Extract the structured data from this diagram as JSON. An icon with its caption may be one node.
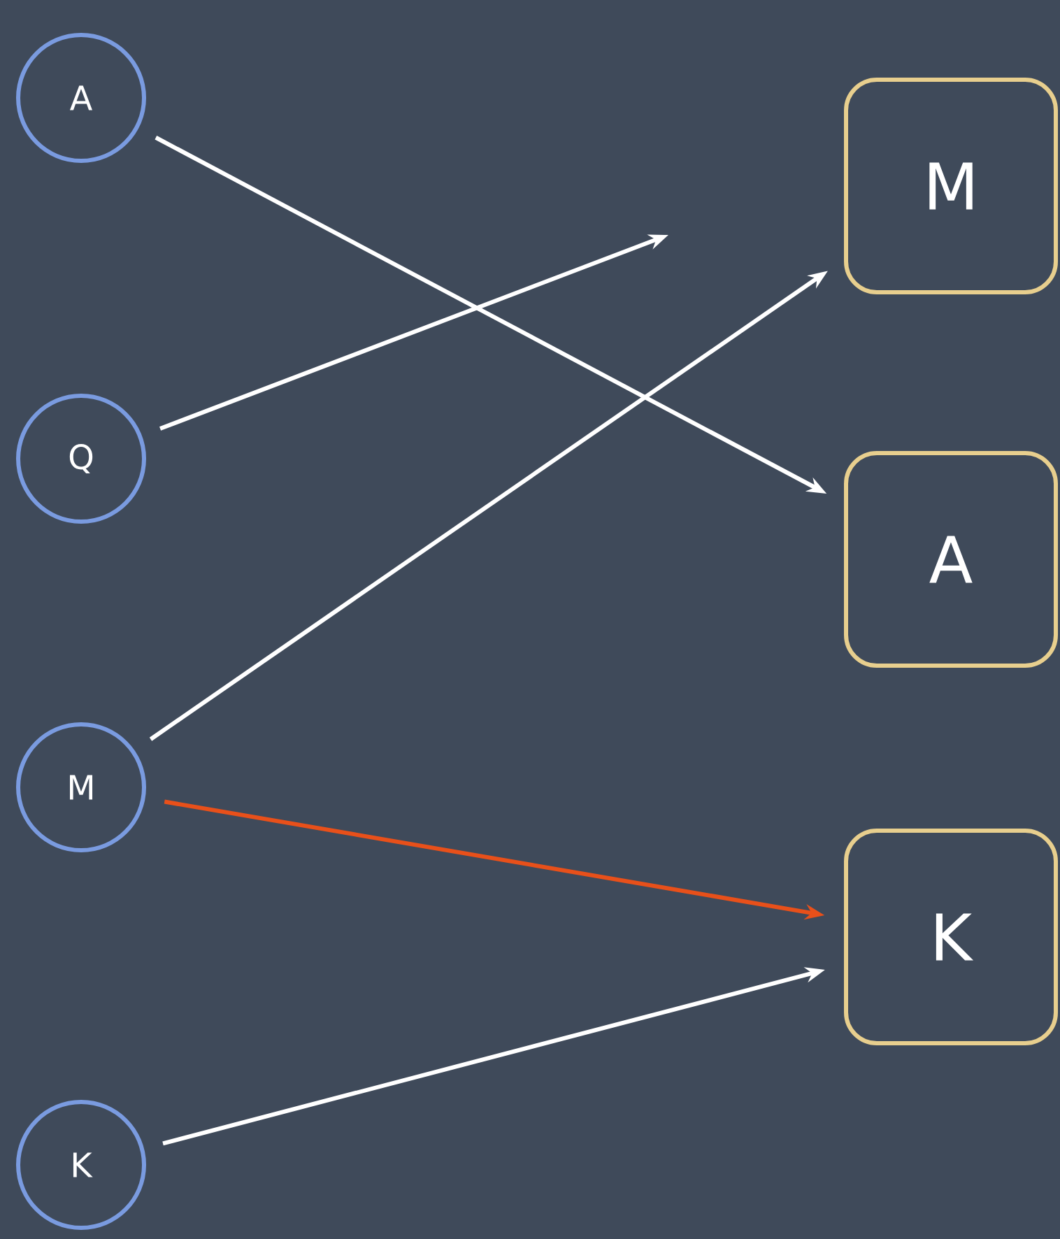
{
  "diagram": {
    "nodes": [
      {
        "text": [
          "A"
        ]
      },
      {
        "text": [
          "Q"
        ]
      },
      {
        "text": [
          "M"
        ]
      },
      {
        "text": [
          "K"
        ]
      },
      {
        "text": [
          "M"
        ]
      },
      {
        "text": [
          "A"
        ]
      },
      {
        "text": [
          "K"
        ]
      }
    ],
    "edges": [
      {
        "from": 0,
        "to": 5,
        "arrow": "to"
      },
      {
        "from": 1,
        "to": null,
        "arrow": "to"
      },
      {
        "from": 2,
        "to": 4,
        "arrow": "to"
      },
      {
        "from": 2,
        "to": 6,
        "arrow": "to",
        "color": "#e8501a"
      },
      {
        "from": 3,
        "to": 6,
        "arrow": "to"
      }
    ]
  }
}
